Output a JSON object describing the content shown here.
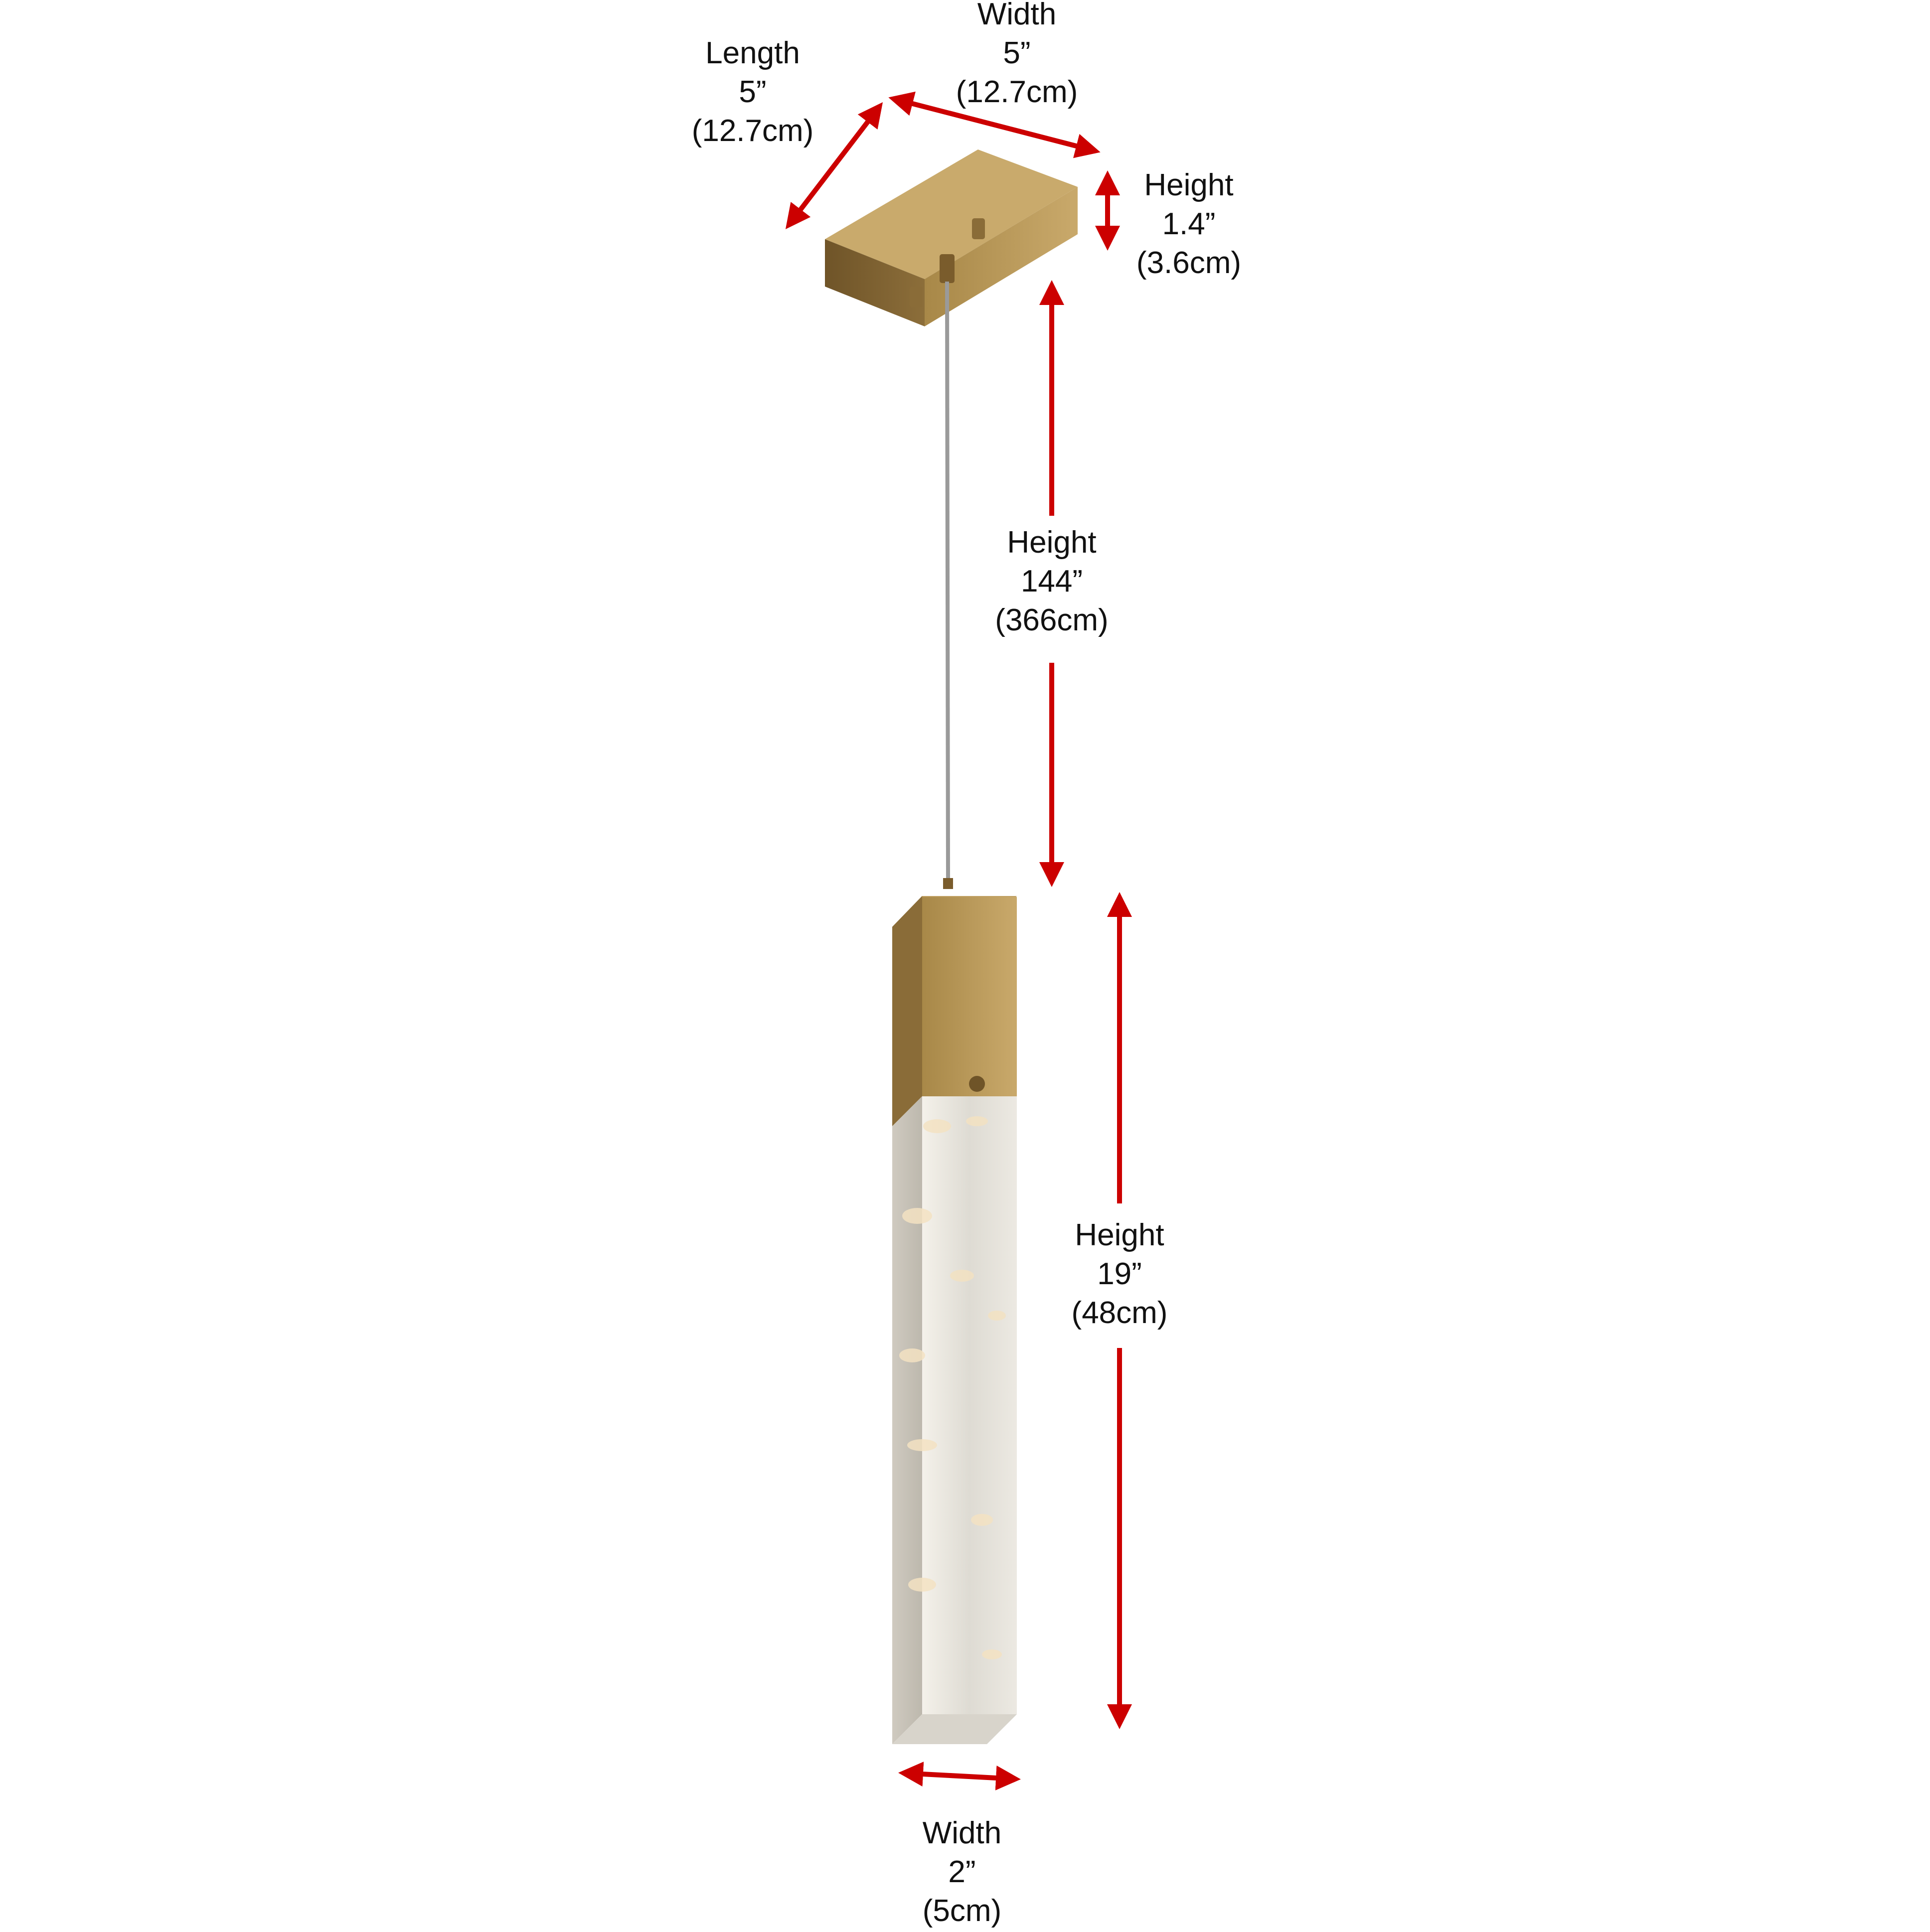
{
  "colors": {
    "arrow": "#cc0000",
    "brass_light": "#c8a86a",
    "brass_mid": "#b39250",
    "brass_dark": "#7e6130",
    "crystal": "#e9e6e0",
    "cord": "#9a9a9a"
  },
  "dimensions": {
    "canopy_length": {
      "label": "Length",
      "imperial": "5”",
      "metric": "(12.7cm)"
    },
    "canopy_width": {
      "label": "Width",
      "imperial": "5”",
      "metric": "(12.7cm)"
    },
    "canopy_height": {
      "label": "Height",
      "imperial": "1.4”",
      "metric": "(3.6cm)"
    },
    "cord_height": {
      "label": "Height",
      "imperial": "144”",
      "metric": "(366cm)"
    },
    "fixture_height": {
      "label": "Height",
      "imperial": "19”",
      "metric": "(48cm)"
    },
    "fixture_width": {
      "label": "Width",
      "imperial": "2”",
      "metric": "(5cm)"
    }
  }
}
